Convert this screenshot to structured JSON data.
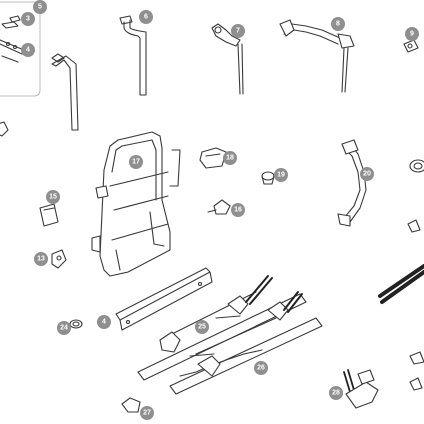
{
  "diagram": {
    "parts": [
      {
        "id": "part-5",
        "label": "5"
      },
      {
        "id": "part-3",
        "label": "3"
      },
      {
        "id": "part-4a",
        "label": "4"
      },
      {
        "id": "part-6",
        "label": "6"
      },
      {
        "id": "part-7",
        "label": "7"
      },
      {
        "id": "part-8",
        "label": "8"
      },
      {
        "id": "part-9",
        "label": "9"
      },
      {
        "id": "part-17",
        "label": "17"
      },
      {
        "id": "part-18",
        "label": "18"
      },
      {
        "id": "part-19",
        "label": "19"
      },
      {
        "id": "part-20",
        "label": "20"
      },
      {
        "id": "part-15",
        "label": "15"
      },
      {
        "id": "part-16",
        "label": "16"
      },
      {
        "id": "part-13",
        "label": "13"
      },
      {
        "id": "part-4b",
        "label": "4"
      },
      {
        "id": "part-24",
        "label": "24"
      },
      {
        "id": "part-25",
        "label": "25"
      },
      {
        "id": "part-26",
        "label": "26"
      },
      {
        "id": "part-27",
        "label": "27"
      },
      {
        "id": "part-28",
        "label": "28"
      }
    ]
  }
}
